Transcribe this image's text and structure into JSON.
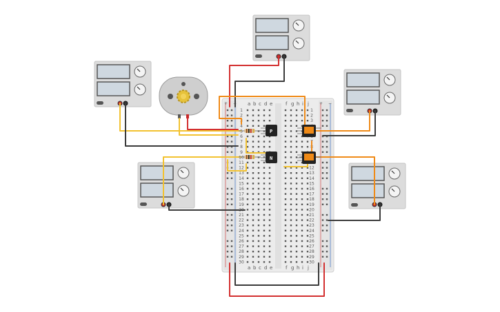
{
  "breadboard": {
    "columns_left": [
      "a",
      "b",
      "c",
      "d",
      "e"
    ],
    "columns_right": [
      "f",
      "g",
      "h",
      "i",
      "j"
    ],
    "rows": 30,
    "rail_plus": "+",
    "rail_minus": "−"
  },
  "transistors": [
    {
      "label": "P"
    },
    {
      "label": "N"
    }
  ],
  "power_supplies": [
    {
      "name": "supply-top"
    },
    {
      "name": "supply-left-upper"
    },
    {
      "name": "supply-left-lower"
    },
    {
      "name": "supply-right-upper"
    },
    {
      "name": "supply-right-lower"
    }
  ],
  "colors": {
    "wire_red": "#d32f2f",
    "wire_black": "#3a3a3a",
    "wire_yellow": "#f2c230",
    "wire_orange": "#ef8a17",
    "breadboard": "#ececec",
    "supply_body": "#dcdcdc",
    "display": "#cfd8e0"
  }
}
